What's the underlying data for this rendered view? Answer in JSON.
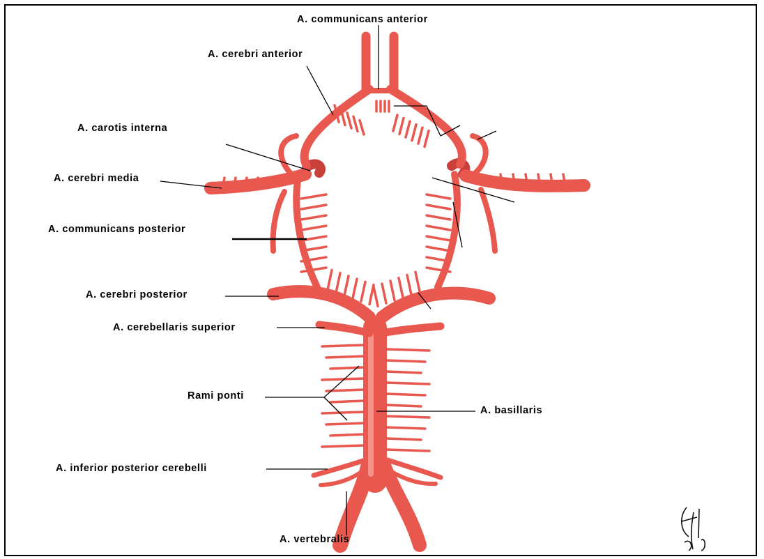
{
  "labels": {
    "communicans_anterior": "A. communicans anterior",
    "cerebri_anterior": "A. cerebri anterior",
    "carotis_interna": "A. carotis interna",
    "cerebri_media": "A. cerebri media",
    "communicans_posterior": "A. communicans posterior",
    "cerebri_posterior": "A. cerebri posterior",
    "cerebellaris_superior": "A. cerebellaris superior",
    "rami_ponti": "Rami ponti",
    "basillaris": "A. basillaris",
    "inferior_posterior_cerebelli": "A. inferior posterior cerebelli",
    "vertebralis": "A. vertebralis"
  },
  "colors": {
    "artery": "#e8584f",
    "artery_dark": "#c9403a",
    "artery_light": "#f3938a",
    "frame": "#000000"
  },
  "signature_icon": "signature-mark-icon"
}
